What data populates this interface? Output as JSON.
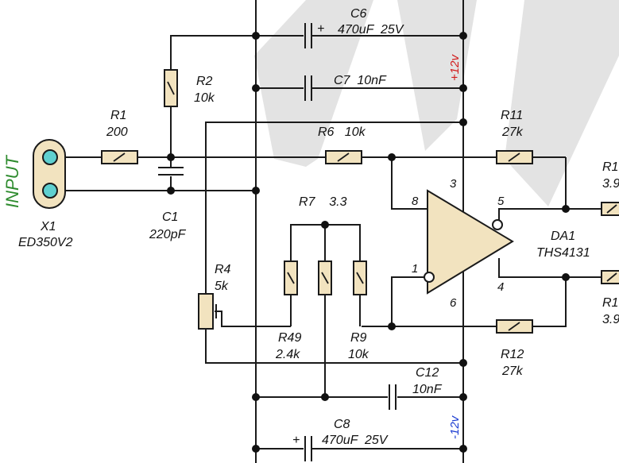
{
  "colors": {
    "wire": "#1a1a1a",
    "resistor_fill": "#f2e3bf",
    "connector_fill": "#f2e3bf",
    "pin_fill": "#5fd0d0",
    "opamp_fill": "#f2e3bf",
    "input_label": "#2e8b2e",
    "pos_rail": "#d11a1a",
    "neg_rail": "#1a3bd1",
    "watermark": "#e3e3e3"
  },
  "labels": {
    "input": "INPUT",
    "x1_ref": "X1",
    "x1_part": "ED350V2",
    "r1_ref": "R1",
    "r1_val": "200",
    "r2_ref": "R2",
    "r2_val": "10k",
    "c1_ref": "C1",
    "c1_val": "220pF",
    "c6_ref": "C6",
    "c6_plus": "+",
    "c6_val": "470uF  25V",
    "c7": "C7  10nF",
    "pos_rail": "+12v",
    "neg_rail": "-12v",
    "r6": "R6   10k",
    "r11_ref": "R11",
    "r11_val": "27k",
    "r12_ref": "R12",
    "r12_val": "27k",
    "r7": "R7    3.3",
    "r4_ref": "R4",
    "r4_val": "5k",
    "r49_ref": "R49",
    "r49_val": "2.4k",
    "r9_ref": "R9",
    "r9_val": "10k",
    "c12_ref": "C12",
    "c12_val": "10nF",
    "c8_ref": "C8",
    "c8_plus": "+",
    "c8_val": "470uF  25V",
    "da1_ref": "DA1",
    "da1_part": "THS4131",
    "pin8": "8",
    "pin1": "1",
    "pin3": "3",
    "pin5": "5",
    "pin4": "4",
    "pin6": "6",
    "r_top_ref_partial": "R1",
    "r_top_val_partial": "3.9",
    "r_bot_ref_partial": "R1",
    "r_bot_val_partial": "3.9"
  }
}
